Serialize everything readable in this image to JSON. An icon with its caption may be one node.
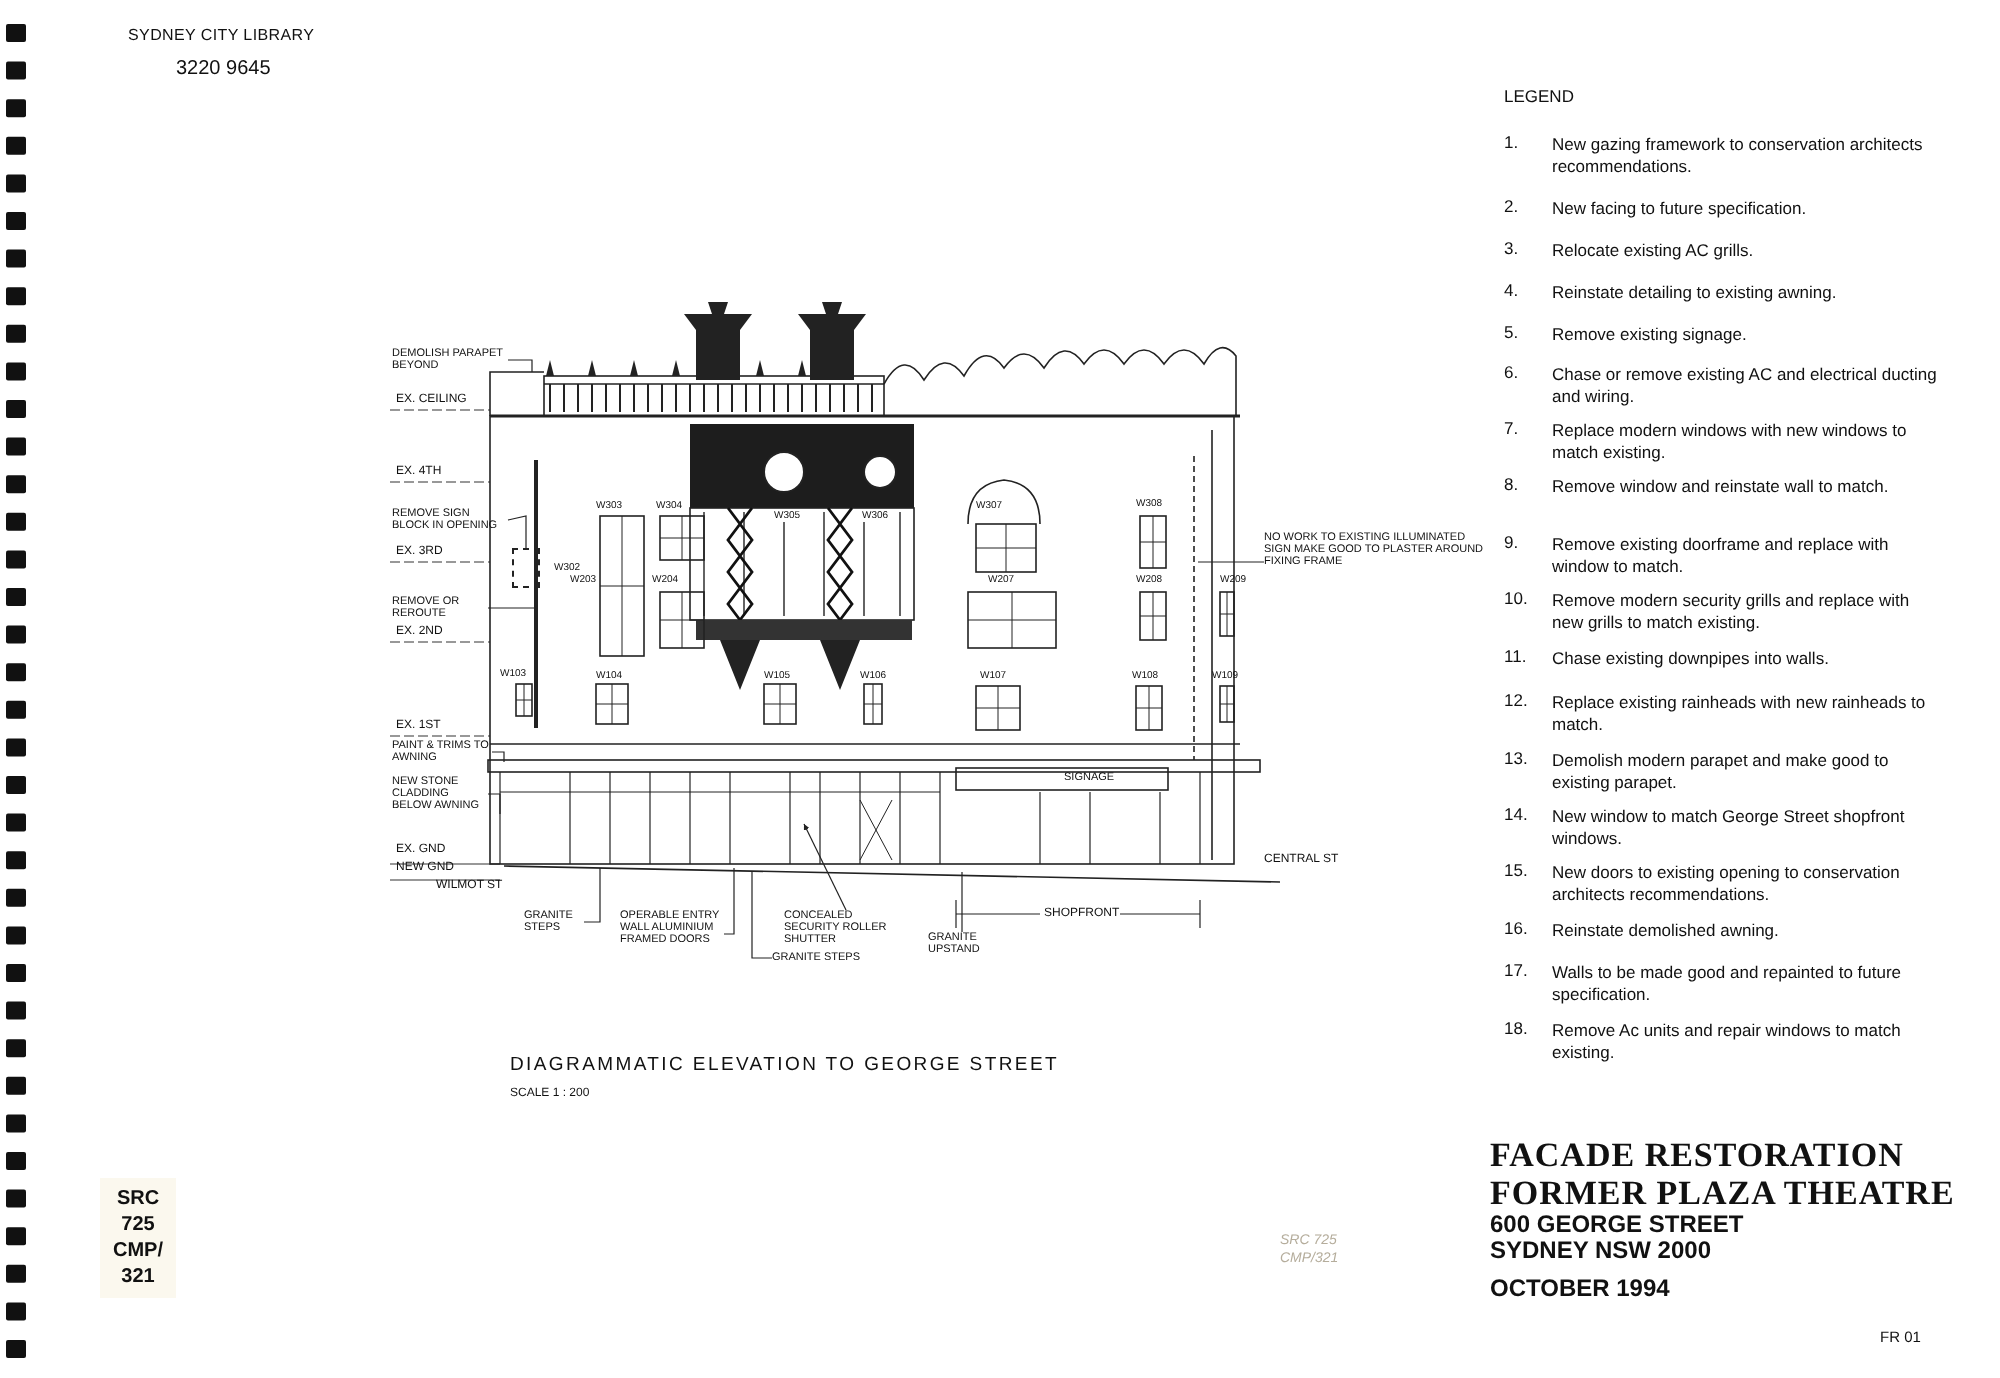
{
  "diagram": {
    "title": "FACADE RESTORATION FORMER PLAZA THEATRE",
    "nodes": [
      {
        "text": [
          "DEMOLISH PARAPET BEYOND"
        ]
      },
      {
        "text": [
          "REMOVE SIGN BLOCK IN OPENING"
        ]
      },
      {
        "text": [
          "REMOVE OR REROUTE"
        ]
      },
      {
        "text": [
          "PAINT & TRIMS TO AWNING"
        ]
      },
      {
        "text": [
          "NEW STONE CLADDING BELOW AWNING"
        ]
      },
      {
        "text": [
          "GRANITE STEPS"
        ]
      },
      {
        "text": [
          "OPERABLE ENTRY WALL ALUMINIUM FRAMED DOORS"
        ]
      },
      {
        "text": [
          "CONCEALED SECURITY ROLLER SHUTTER"
        ]
      },
      {
        "text": [
          "GRANITE STEPS"
        ]
      },
      {
        "text": [
          "GRANITE UPSTAND"
        ]
      },
      {
        "text": [
          "NO WORK TO EXISTING ILLUMINATED SIGN MAKE GOOD TO PLASTER AROUND FIXING FRAME"
        ]
      },
      {
        "text": [],
        "shape": "box"
      },
      {
        "text": [],
        "shape": "bar"
      }
    ],
    "edges": [
      {
        "from": 0,
        "to": null,
        "arrow": "none"
      },
      {
        "from": 1,
        "to": 11,
        "arrow": "none"
      },
      {
        "from": 2,
        "to": 12,
        "arrow": "none"
      },
      {
        "from": 3,
        "to": null,
        "arrow": "none"
      },
      {
        "from": 4,
        "to": null,
        "arrow": "none"
      },
      {
        "from": 5,
        "to": null,
        "arrow": "none"
      },
      {
        "from": 6,
        "to": null,
        "arrow": "none"
      },
      {
        "from": 7,
        "to": null,
        "arrow": "to"
      },
      {
        "from": 8,
        "to": null,
        "arrow": "none"
      },
      {
        "from": 9,
        "to": null,
        "arrow": "none"
      },
      {
        "from": 10,
        "to": null,
        "arrow": "none"
      }
    ],
    "labels": [
      "SYDNEY CITY LIBRARY",
      "3220 9645",
      "LEGEND",
      "1.",
      "New gazing framework to conservation architects recommendations.",
      "2.",
      "New facing to future specification.",
      "3.",
      "Relocate existing AC grills.",
      "4.",
      "Reinstate detailing to existing awning.",
      "5.",
      "Remove existing signage.",
      "6.",
      "Chase or remove existing AC and electrical ducting and wiring.",
      "7.",
      "Replace modern windows with new windows to match existing.",
      "8.",
      "Remove window and reinstate wall to match.",
      "9.",
      "Remove existing doorframe and replace with window to match.",
      "10.",
      "Remove modern security grills and replace with new grills to match existing.",
      "11.",
      "Chase existing downpipes into walls.",
      "12.",
      "Replace existing rainheads with new rainheads to match.",
      "13.",
      "Demolish modern parapet and make good to existing parapet.",
      "14.",
      "New window to match George Street shopfront windows.",
      "15.",
      "New doors to existing opening to conservation architects recommendations.",
      "16.",
      "Reinstate demolished awning.",
      "17.",
      "Walls to be made good and repainted to future specification.",
      "18.",
      "Remove Ac units and repair windows to match existing.",
      "EX. CEILING",
      "EX. 4TH",
      "EX. 3RD",
      "EX. 2ND",
      "EX. 1ST",
      "EX. GND",
      "NEW GND",
      "WILMOT ST",
      "W302",
      "W303",
      "W304",
      "W305",
      "W306",
      "W307",
      "W308",
      "W203",
      "W204",
      "W207",
      "W208",
      "W209",
      "W103",
      "W104",
      "W105",
      "W106",
      "W107",
      "W108",
      "W109",
      "SIGNAGE",
      "CENTRAL ST",
      "SHOPFRONT",
      "DIAGRAMMATIC ELEVATION TO GEORGE STREET",
      "SCALE 1 : 200",
      "SRC 725 CMP/ 321",
      "SRC 725 CMP/321",
      "600 GEORGE STREET",
      "SYDNEY NSW 2000",
      "OCTOBER 1994",
      "FR 01"
    ]
  }
}
